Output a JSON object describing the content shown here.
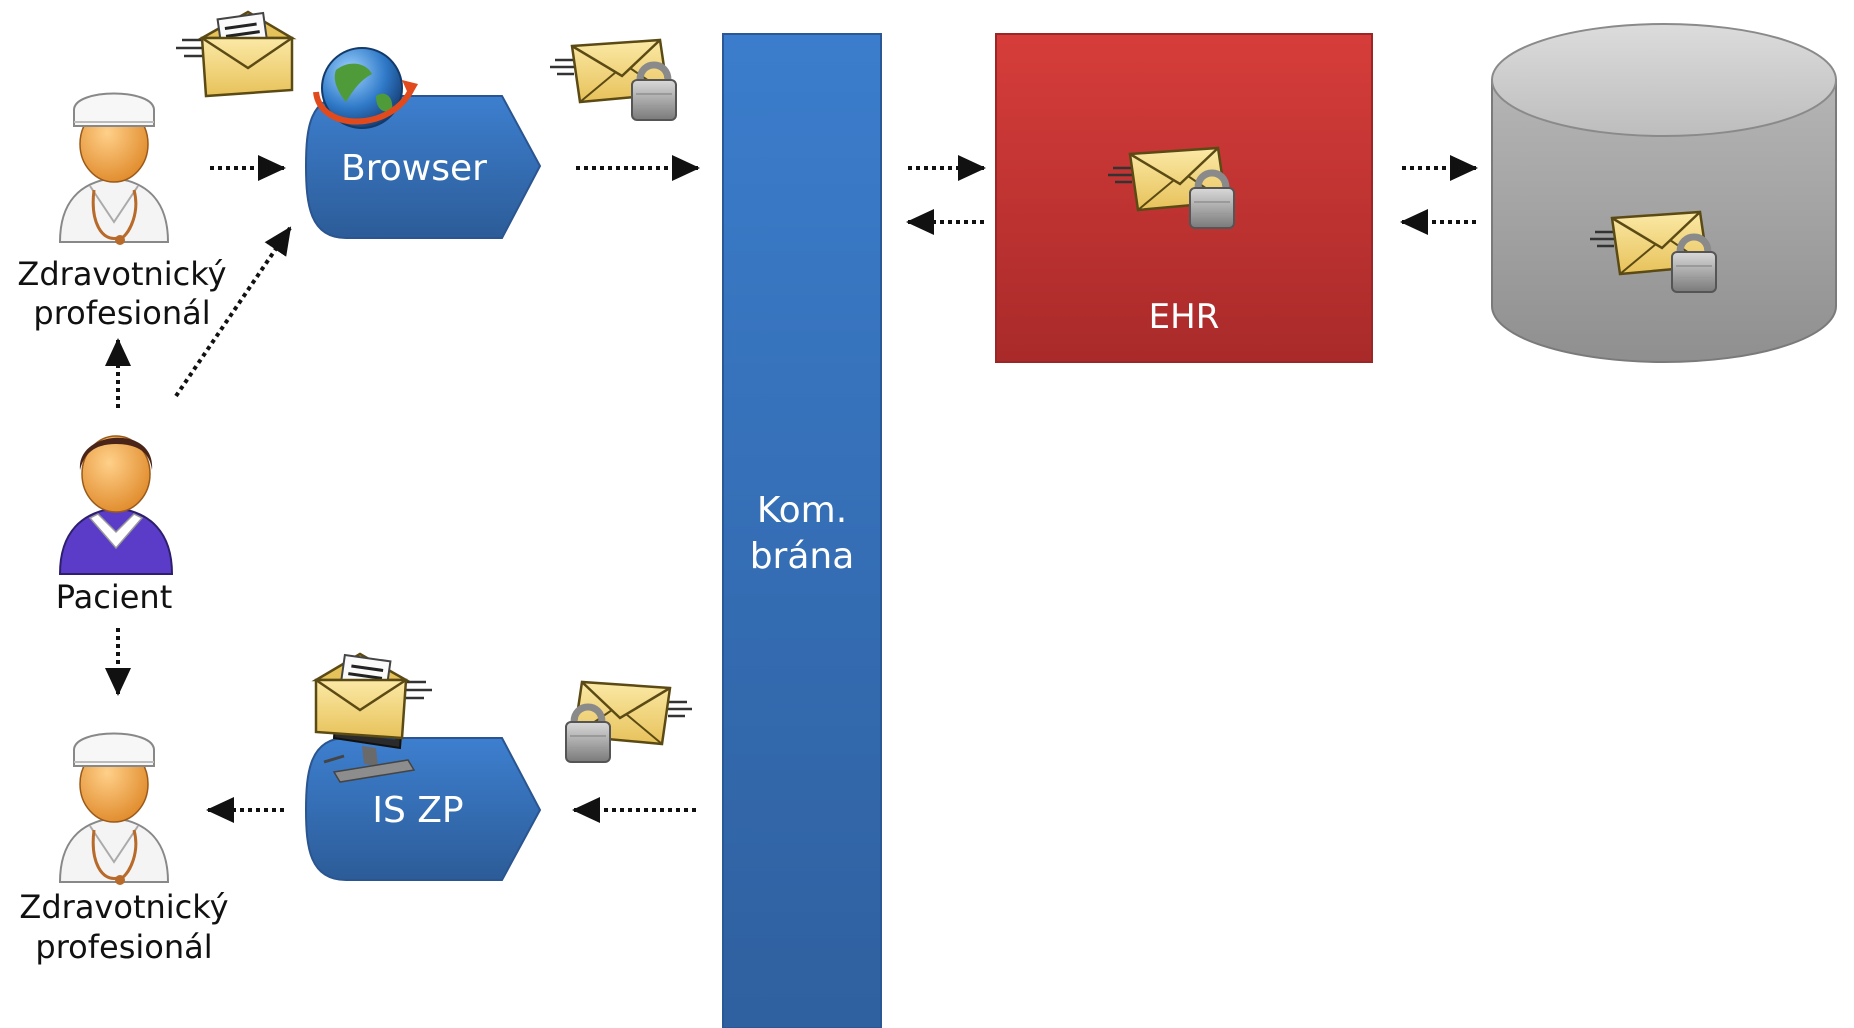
{
  "colors": {
    "gateway": "#3a74c0",
    "browser": "#3366aa",
    "ehr": "#c93434",
    "storage": "#9a9a9a",
    "envelope": "#f2d27a",
    "arrow": "#111111"
  },
  "nodes": {
    "professional_top": {
      "label_line1": "Zdravotnický",
      "label_line2": "profesionál",
      "icon": "doctor-icon"
    },
    "patient": {
      "label": "Pacient",
      "icon": "patient-icon"
    },
    "professional_bottom": {
      "label_line1": "Zdravotnický",
      "label_line2": "profesionál",
      "icon": "doctor-icon"
    },
    "browser": {
      "label": "Browser",
      "icon": "globe-icon"
    },
    "is_zp": {
      "label": "IS ZP",
      "icon": "computer-icon"
    },
    "gateway": {
      "label_line1": "Kom.",
      "label_line2": "brána"
    },
    "ehr": {
      "label": "EHR"
    },
    "storage": {
      "icon": "database-cylinder"
    }
  },
  "message_icons": {
    "open_message": "open-envelope-icon",
    "encrypted_message": "locked-envelope-icon"
  }
}
